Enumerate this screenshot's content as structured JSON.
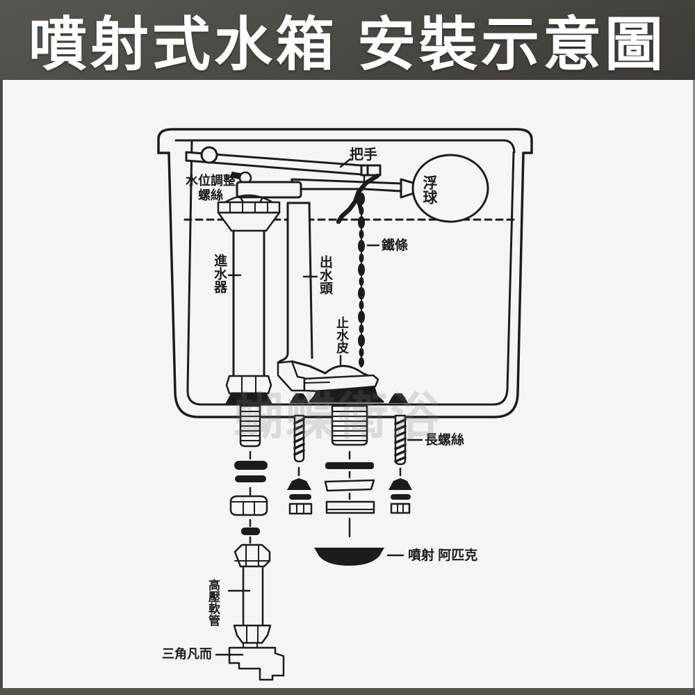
{
  "header": {
    "title": "噴射式水箱 安裝示意圖"
  },
  "diagram": {
    "watermark": "蝴蝶衛浴",
    "labels": {
      "handle": "把手",
      "water_level_screw": "水位調整\n螺絲",
      "float_ball": "浮球",
      "iron_rod": "鐵條",
      "inlet_valve": "進水器",
      "outlet_head": "出水頭",
      "stop_rubber": "止水皮",
      "long_screw": "長螺絲",
      "jet_apic": "噴射 阿匹克",
      "high_pressure_hose": "高壓軟管",
      "angle_valve": "三角凡而"
    },
    "colors": {
      "line": "#1d1c1a",
      "header_bg": "#4b4743",
      "canvas_bg": "#f6f5f3",
      "title_text": "#ffffff"
    }
  }
}
